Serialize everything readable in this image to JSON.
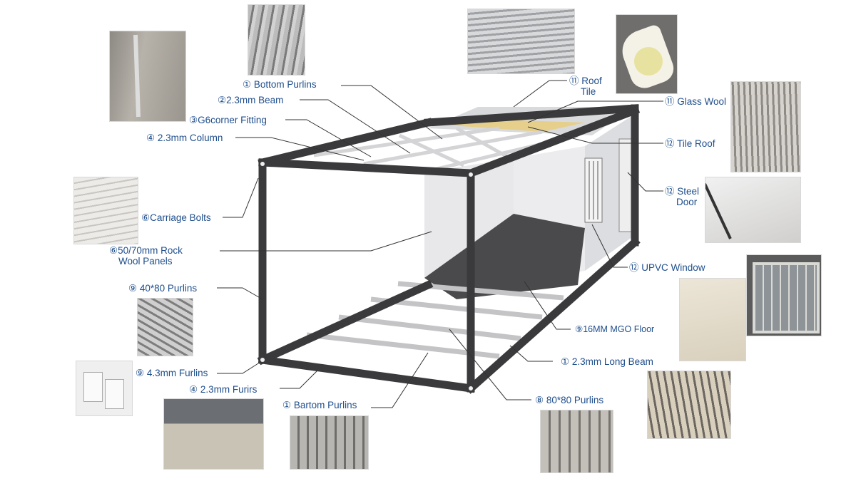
{
  "diagram": {
    "title": "Flat-pack container house component breakdown",
    "colors": {
      "label": "#1f4e8c",
      "frame": "#3a3a3c",
      "purlin": "#c8c8c8",
      "leader": "#333333"
    },
    "labels": [
      {
        "id": "bottom-purlins-top",
        "text": "① Bottom Purlins"
      },
      {
        "id": "beam",
        "text": "②2.3mm Beam"
      },
      {
        "id": "corner-fitting",
        "text": "③G6corner Fitting"
      },
      {
        "id": "column",
        "text": "④ 2.3mm Column"
      },
      {
        "id": "carriage-bolts",
        "text": "⑥Carriage Bolts"
      },
      {
        "id": "rock-wool-1",
        "text": "⑥50/70mm Rock"
      },
      {
        "id": "rock-wool-2",
        "text": "Wool Panels"
      },
      {
        "id": "purlins-40x80",
        "text": "⑨ 40*80 Purlins"
      },
      {
        "id": "furlings-43",
        "text": "⑨ 4.3mm Furlins"
      },
      {
        "id": "furirs-23",
        "text": "④ 2.3mm Furirs"
      },
      {
        "id": "bottom-purlins-bottom",
        "text": "① Bartom Purlins"
      },
      {
        "id": "roof-tile-1",
        "text": "⑪ Roof"
      },
      {
        "id": "roof-tile-2",
        "text": "Tile"
      },
      {
        "id": "glass-wool",
        "text": "⑪ Glass Wool"
      },
      {
        "id": "tile-roof",
        "text": "⑫ Tile Roof"
      },
      {
        "id": "steel-door-1",
        "text": "⑫ Steel"
      },
      {
        "id": "steel-door-2",
        "text": "Door"
      },
      {
        "id": "upvc-window",
        "text": "⑫ UPVC Window"
      },
      {
        "id": "mgo-floor",
        "text": "⑨16MM MGO Floor"
      },
      {
        "id": "long-beam",
        "text": "① 2.3mm Long Beam"
      },
      {
        "id": "purlins-80x80",
        "text": "⑧ 80*80 Purlins"
      }
    ],
    "photos": [
      "steel-rail-photo",
      "bottom-purlins-photo",
      "roof-tile-photo",
      "glass-wool-photo",
      "tile-roof-photo",
      "wall-panel-photo",
      "steel-door-photo",
      "upvc-window-photo",
      "mgo-floor-photo",
      "angle-purlins-photo",
      "corner-brackets-photo",
      "furirs-photo",
      "square-tubes-photo",
      "purlins-80-photo",
      "long-beam-photo"
    ]
  }
}
